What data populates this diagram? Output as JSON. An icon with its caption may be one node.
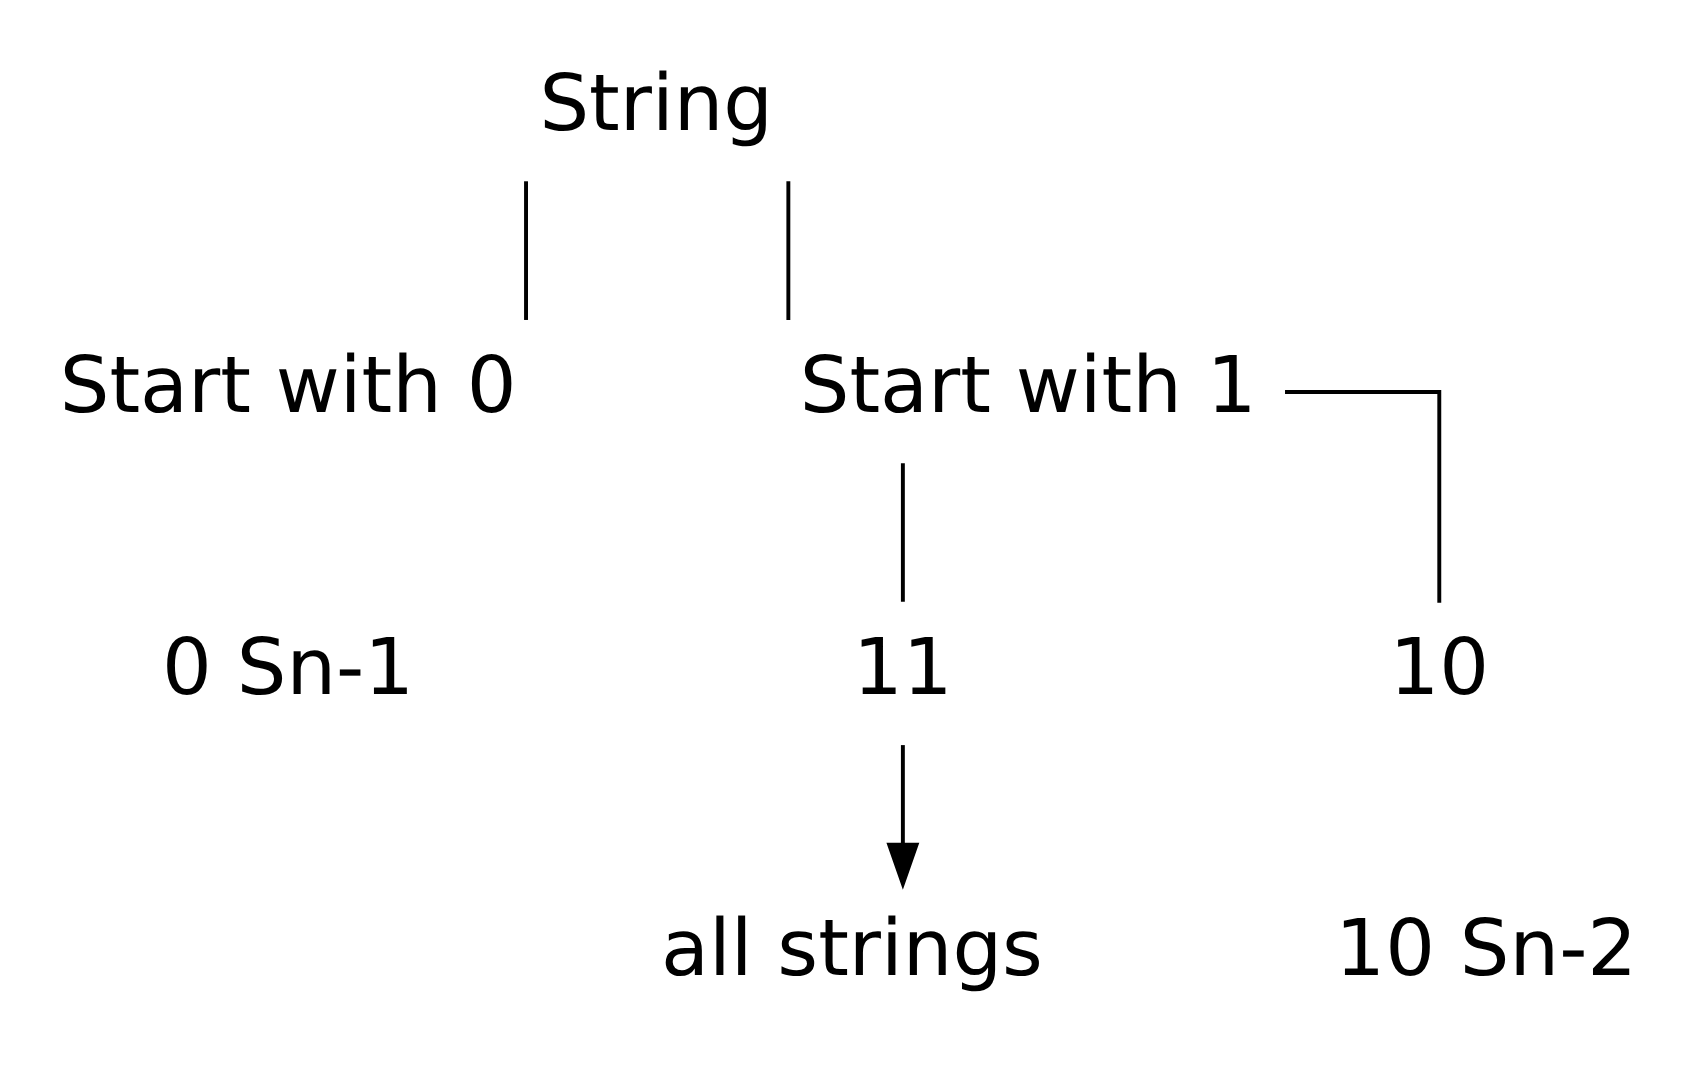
{
  "diagram": {
    "nodes": [
      {
        "text": [
          "String"
        ]
      },
      {
        "text": [
          "Start with 0"
        ]
      },
      {
        "text": [
          "Start with 1"
        ]
      },
      {
        "text": [
          "11"
        ]
      },
      {
        "text": [
          "10"
        ]
      },
      {
        "text": [
          "all strings"
        ]
      }
    ],
    "edges": [
      {
        "from": 0,
        "to": 1,
        "arrow": "none"
      },
      {
        "from": 0,
        "to": 2,
        "arrow": "none"
      },
      {
        "from": 2,
        "to": 3,
        "arrow": "none"
      },
      {
        "from": 2,
        "to": 4,
        "arrow": "none"
      },
      {
        "from": 3,
        "to": 5,
        "arrow": "to"
      }
    ],
    "labels": [
      "0 Sn-1",
      "10 Sn-2"
    ]
  }
}
